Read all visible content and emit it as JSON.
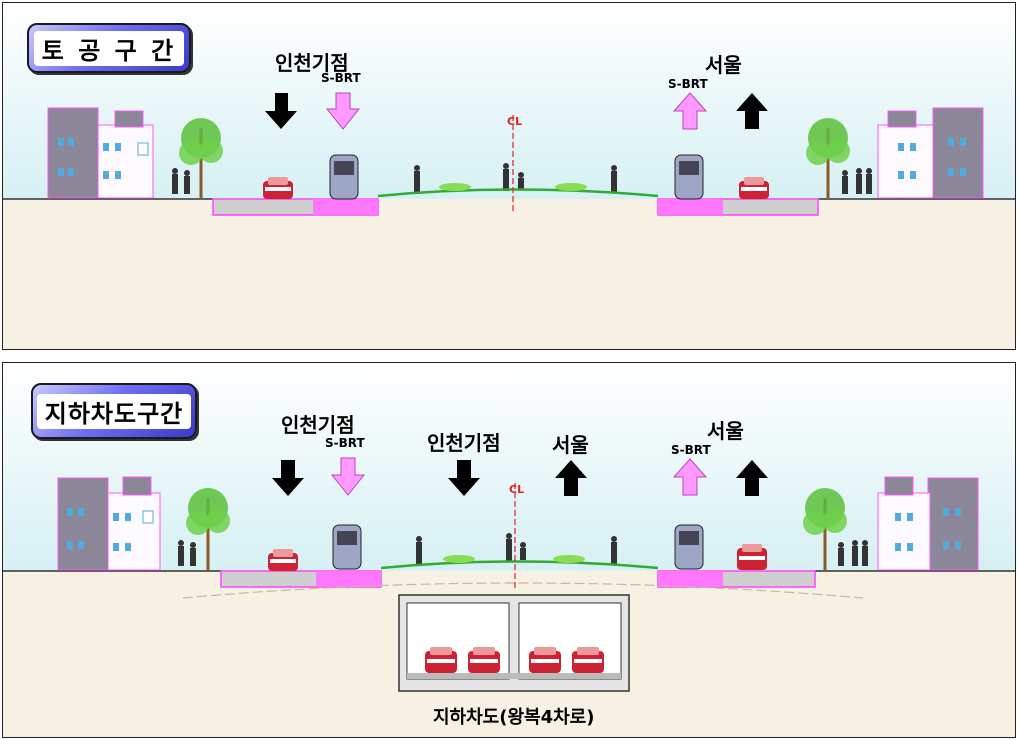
{
  "panel_top": {
    "title": "토 공 구 간",
    "left_direction": "인천기점",
    "left_brt": "S-BRT",
    "right_direction": "서울",
    "right_brt": "S-BRT",
    "centerline": "CL"
  },
  "panel_bottom": {
    "title": "지하차도구간",
    "left_direction": "인천기점",
    "left_brt": "S-BRT",
    "tunnel_left_direction": "인천기점",
    "tunnel_right_direction": "서울",
    "right_direction": "서울",
    "right_brt": "S-BRT",
    "centerline": "CL",
    "underpass_caption": "지하차도(왕복4차로)"
  },
  "colors": {
    "sky": "#dff3f5",
    "ground": "#f7f1e3",
    "brt_lane": "#ff66ff",
    "arrow_down": "#000000",
    "arrow_brt": "#ff99ff",
    "building": "#8c8699",
    "car": "#cc2233",
    "bus": "#9ea6c6",
    "tree": "#5bbf3a",
    "median": "#33aa33"
  },
  "icons": [
    "arrow-down-icon",
    "arrow-up-icon",
    "car-icon",
    "bus-icon",
    "tree-icon",
    "building-icon",
    "pedestrian-icon",
    "centerline-icon"
  ]
}
